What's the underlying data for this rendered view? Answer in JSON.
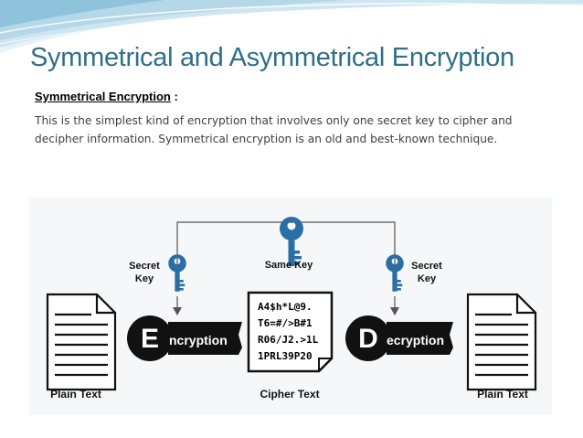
{
  "slide": {
    "title": "Symmetrical and Asymmetrical Encryption",
    "subheading": "Symmetrical Encryption",
    "subheading_suffix": " :",
    "paragraph": "This is the simplest kind of encryption that involves only one secret key to cipher and decipher information. Symmetrical encryption is an old and best-known technique."
  },
  "diagram": {
    "secret_key_left": [
      "Secret",
      "Key"
    ],
    "same_key": "Same Key",
    "secret_key_right": [
      "Secret",
      "Key"
    ],
    "encryption": {
      "letter": "E",
      "rest": "ncryption"
    },
    "decryption": {
      "letter": "D",
      "rest": "ecryption"
    },
    "cipher_lines": [
      "A4$h*L@9.",
      "T6=#/>B#1",
      "R06/J2.>1L",
      "1PRL39P20"
    ],
    "plain_text_left": "Plain Text",
    "cipher_text": "Cipher Text",
    "plain_text_right": "Plain Text"
  },
  "colors": {
    "title": "#2f6f88",
    "key": "#2b6ea6",
    "banner_light": "#cfe6f0",
    "banner_mid": "#9fcbe0"
  },
  "icons": [
    "key-icon",
    "document-icon",
    "arrow-down-icon"
  ]
}
